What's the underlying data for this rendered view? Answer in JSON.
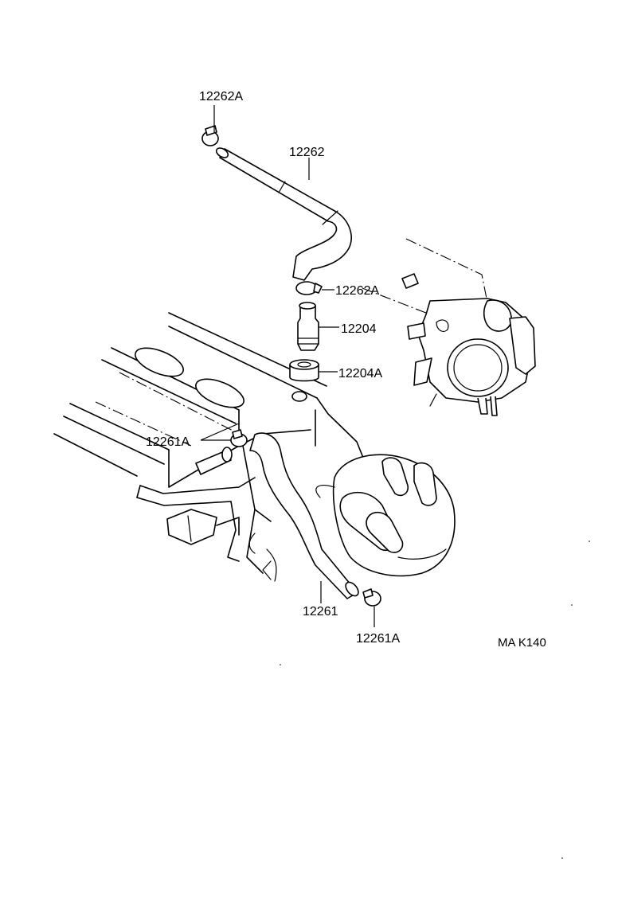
{
  "labels": {
    "clamp_top": "12262A",
    "hose_upper": "12262",
    "clamp_mid": "12262A",
    "pcv_valve": "12204",
    "grommet": "12204A",
    "clamp_left": "12261A",
    "hose_lower": "12261",
    "clamp_bottom": "12261A"
  },
  "reference_code": "MA K140"
}
